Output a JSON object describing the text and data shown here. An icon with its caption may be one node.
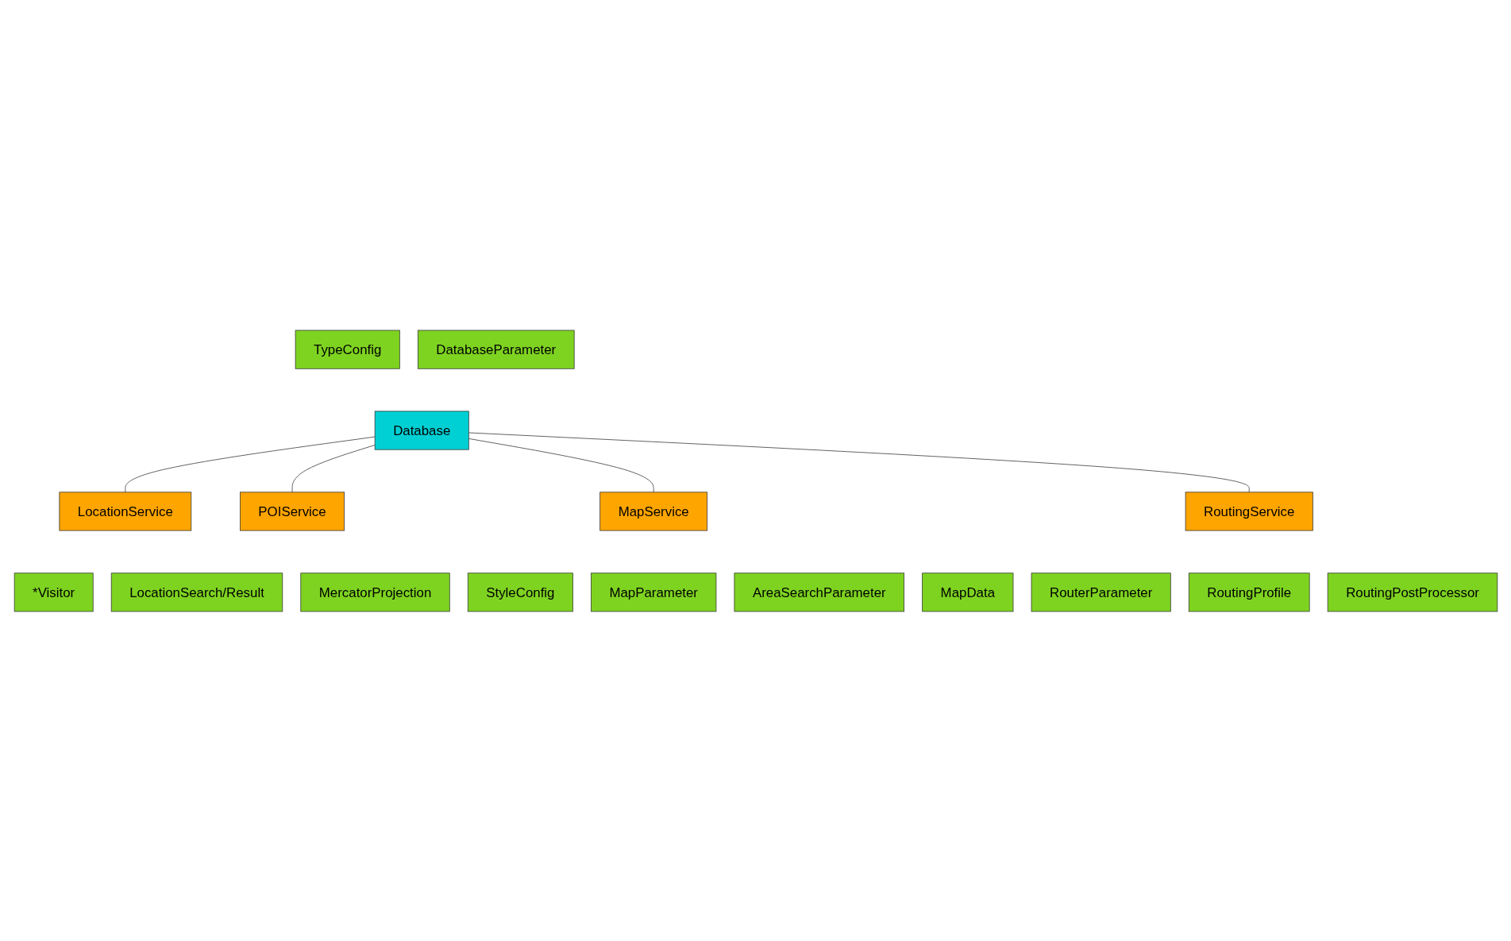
{
  "diagram": {
    "nodes": [
      {
        "text": [
          "TypeConfig"
        ]
      },
      {
        "text": [
          "Database"
        ]
      },
      {
        "text": [
          "DatabaseParameter"
        ]
      },
      {
        "text": [
          "LocationService"
        ]
      },
      {
        "text": [
          "POIService"
        ]
      },
      {
        "text": [
          "*Visitor"
        ]
      },
      {
        "text": [
          "LocationSearch/Result"
        ]
      },
      {
        "text": [
          "MapService"
        ]
      },
      {
        "text": [
          "RoutingService"
        ]
      },
      {
        "text": [
          "MercatorProjection"
        ]
      },
      {
        "text": [
          "StyleConfig"
        ]
      },
      {
        "text": [
          "MapParameter"
        ]
      },
      {
        "text": [
          "AreaSearchParameter"
        ]
      },
      {
        "text": [
          "MapData"
        ]
      },
      {
        "text": [
          "RouterParameter"
        ]
      },
      {
        "text": [
          "RoutingProfile"
        ]
      },
      {
        "text": [
          "RoutingPostProcessor"
        ]
      }
    ],
    "edges": [
      {
        "from": 1,
        "to": 3,
        "arrow": "none"
      },
      {
        "from": 1,
        "to": 4,
        "arrow": "none"
      },
      {
        "from": 1,
        "to": 7,
        "arrow": "none"
      },
      {
        "from": 1,
        "to": 8,
        "arrow": "none"
      }
    ]
  }
}
